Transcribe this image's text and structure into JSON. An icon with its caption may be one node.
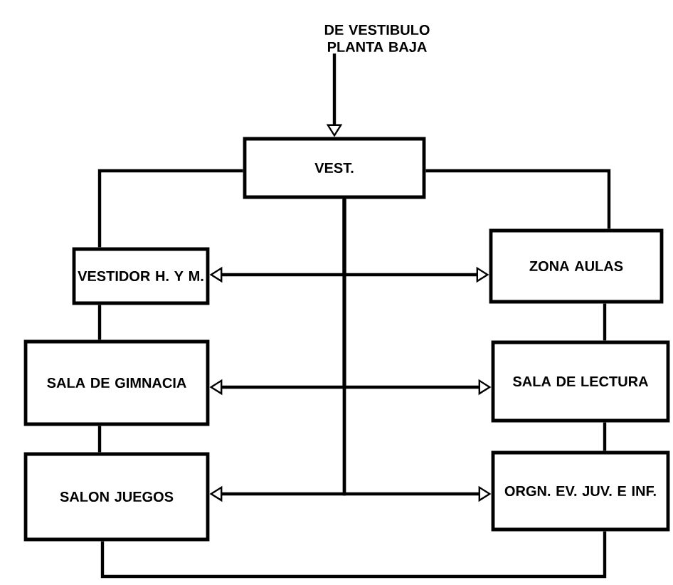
{
  "diagram": {
    "nodes": [
      {
        "text": [
          "DE VESTIBULO PLANTA BAJA"
        ]
      },
      {
        "text": [
          "VEST."
        ]
      },
      {
        "text": [
          "VESTIDOR H. Y M."
        ]
      },
      {
        "text": [
          "ZONA AULAS"
        ]
      },
      {
        "text": [
          "SALA DE GIMNACIA"
        ]
      },
      {
        "text": [
          "SALA DE LECTURA"
        ]
      },
      {
        "text": [
          "SALON JUEGOS"
        ]
      },
      {
        "text": [
          "ORGN. EV. JUV. E INF."
        ]
      }
    ],
    "edges": [
      {
        "from": 0,
        "to": 1,
        "arrow": "to"
      },
      {
        "from": 1,
        "to": 2,
        "arrow": "none"
      },
      {
        "from": 1,
        "to": 3,
        "arrow": "none"
      },
      {
        "from": 2,
        "to": 4,
        "arrow": "none"
      },
      {
        "from": 4,
        "to": 6,
        "arrow": "none"
      },
      {
        "from": 3,
        "to": 5,
        "arrow": "none"
      },
      {
        "from": 5,
        "to": 7,
        "arrow": "none"
      },
      {
        "from": 6,
        "to": 7,
        "arrow": "none"
      },
      {
        "from": 1,
        "to": 2,
        "arrow": "to"
      },
      {
        "from": 1,
        "to": 3,
        "arrow": "to"
      },
      {
        "from": 1,
        "to": 4,
        "arrow": "to"
      },
      {
        "from": 1,
        "to": 5,
        "arrow": "to"
      },
      {
        "from": 1,
        "to": 6,
        "arrow": "to"
      },
      {
        "from": 1,
        "to": 7,
        "arrow": "to"
      }
    ]
  }
}
